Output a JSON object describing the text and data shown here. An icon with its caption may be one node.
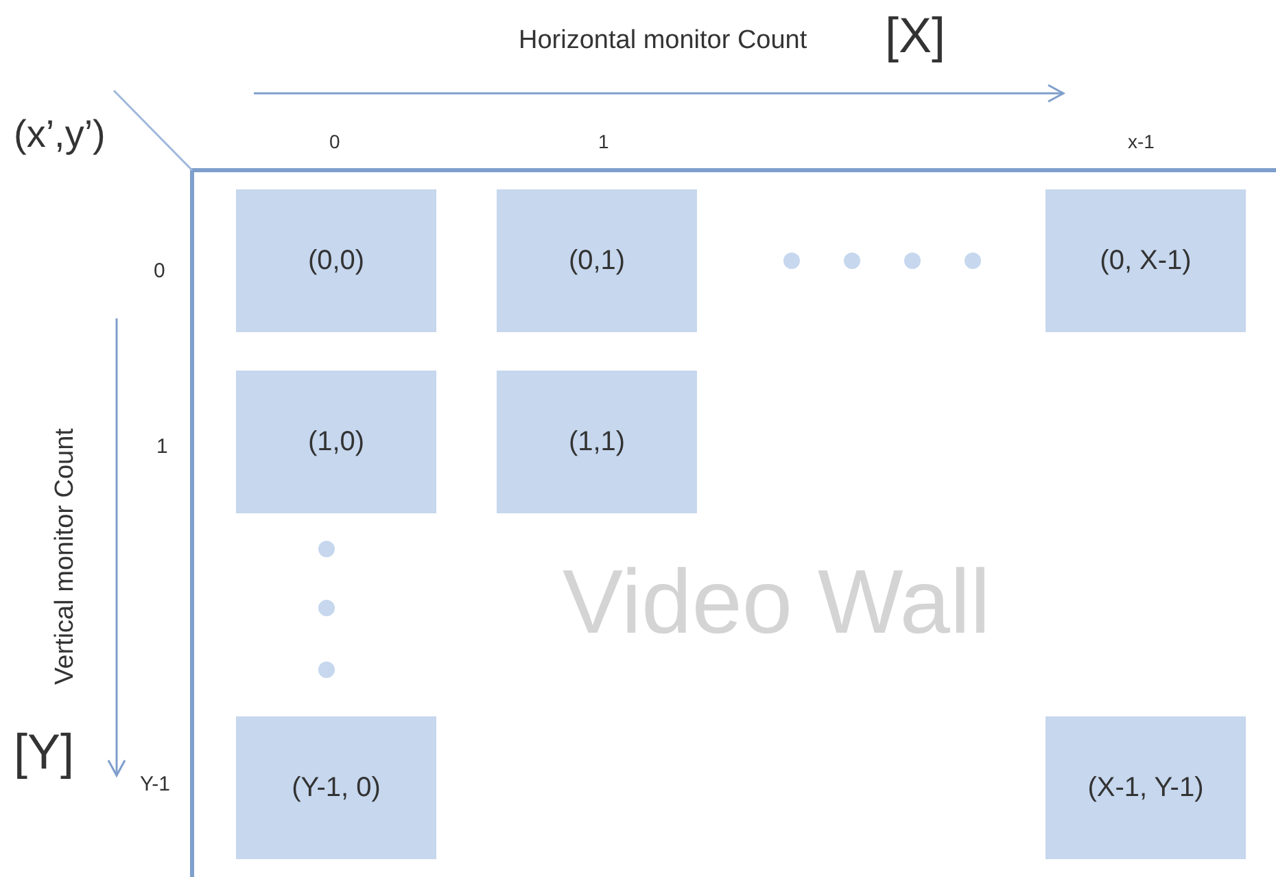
{
  "diagram": {
    "nodes": [
      {
        "text": [
          "(0,0)"
        ]
      },
      {
        "text": [
          "(0,1)"
        ]
      },
      {
        "text": [
          "(0, X-1)"
        ]
      },
      {
        "text": [
          "(1,0)"
        ]
      },
      {
        "text": [
          "(1,1)"
        ]
      },
      {
        "text": [
          "(Y-1, 0)"
        ]
      },
      {
        "text": [
          "(X-1, Y-1)"
        ]
      }
    ],
    "edges": [],
    "labels": [
      "Horizontal monitor Count",
      "[X]",
      "(x’,y’)",
      "0",
      "1",
      "x-1",
      "0",
      "1",
      "Vertical monitor Count",
      "Video Wall",
      "[Y]",
      "Y-1"
    ]
  }
}
